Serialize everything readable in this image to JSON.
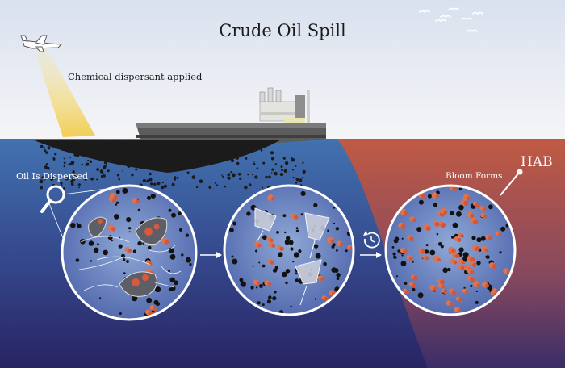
{
  "title": "Crude Oil Spill",
  "labels": {
    "dispersant": "Chemical dispersant applied",
    "dispersed": "Oil Is Dispersed",
    "bloom": "Bloom Forms",
    "hab": "HAB"
  },
  "icons": {
    "magnifier": "magnifier-icon",
    "arrow": "arrow-right-icon",
    "clock": "clock-history-icon"
  },
  "colors": {
    "sky_top": "#dfe6f2",
    "sky_bottom": "#f4f5f8",
    "ocean_top": "#3d6aa8",
    "ocean_bottom": "#2b2a6a",
    "bloom_red": "#b4594a",
    "oil": "#1a1a1a",
    "spray": "#f4d96b",
    "plankton": "#e0734a"
  }
}
